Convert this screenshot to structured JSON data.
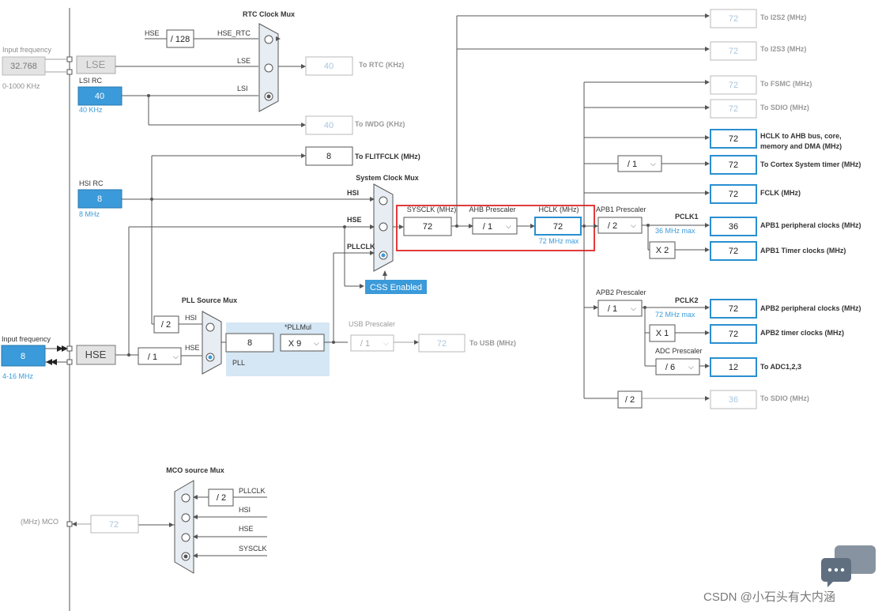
{
  "left_panel": {
    "input_frequency_label": "Input frequency",
    "lse_freq": "32.768",
    "lse_range": "0-1000 KHz",
    "lse_label": "LSE",
    "lsi_rc_label": "LSI RC",
    "lsi_value": "40",
    "lsi_unit": "40 KHz",
    "hsi_rc_label": "HSI RC",
    "hsi_value": "8",
    "hsi_unit": "8 MHz",
    "hse_input_label": "Input frequency",
    "hse_input_value": "8",
    "hse_range": "4-16 MHz",
    "hse_label": "HSE"
  },
  "rtc": {
    "mux_title": "RTC Clock Mux",
    "hse_label": "HSE",
    "div128": "/ 128",
    "hse_rtc_label": "HSE_RTC",
    "lse_label": "LSE",
    "lsi_label": "LSI",
    "rtc_value": "40",
    "rtc_to": "To RTC (KHz)",
    "iwdg_value": "40",
    "iwdg_to": "To IWDG (KHz)",
    "flit_value": "8",
    "flit_to": "To FLITFCLK (MHz)"
  },
  "pll": {
    "source_mux_title": "PLL Source Mux",
    "div2": "/ 2",
    "hsi_label": "HSI",
    "hse_label": "HSE",
    "hse_div": "/ 1",
    "pll_in_value": "8",
    "pllmul_label": "*PLLMul",
    "pllmul_value": "X 9",
    "pll_label": "PLL"
  },
  "usb": {
    "prescaler_title": "USB Prescaler",
    "prescaler_value": "/ 1",
    "usb_value": "72",
    "usb_to": "To USB (MHz)"
  },
  "sysmux": {
    "title": "System Clock Mux",
    "hsi_label": "HSI",
    "hse_label": "HSE",
    "pllclk_label": "PLLCLK",
    "css_button": "CSS Enabled",
    "sysclk_label": "SYSCLK (MHz)",
    "sysclk_value": "72",
    "ahb_label": "AHB Prescaler",
    "ahb_value": "/ 1",
    "hclk_label": "HCLK (MHz)",
    "hclk_value": "72",
    "hclk_max": "72 MHz max"
  },
  "outputs": {
    "i2s2_value": "72",
    "i2s2_to": "To I2S2 (MHz)",
    "i2s3_value": "72",
    "i2s3_to": "To I2S3 (MHz)",
    "fsmc_value": "72",
    "fsmc_to": "To FSMC (MHz)",
    "sdio_value": "72",
    "sdio_to": "To SDIO (MHz)",
    "hclk_ahb_value": "72",
    "hclk_ahb_to_1": "HCLK to AHB bus, core,",
    "hclk_ahb_to_2": "memory and DMA (MHz)",
    "cortex_div": "/ 1",
    "cortex_value": "72",
    "cortex_to": "To Cortex System timer (MHz)",
    "fclk_value": "72",
    "fclk_to": "FCLK (MHz)",
    "apb1_label": "APB1 Prescaler",
    "apb1_value": "/ 2",
    "pclk1_label": "PCLK1",
    "pclk1_max": "36 MHz max",
    "apb1_periph_value": "36",
    "apb1_periph_to": "APB1 peripheral clocks (MHz)",
    "apb1_timer_mul": "X 2",
    "apb1_timer_value": "72",
    "apb1_timer_to": "APB1 Timer clocks (MHz)",
    "apb2_label": "APB2 Prescaler",
    "apb2_value": "/ 1",
    "pclk2_label": "PCLK2",
    "pclk2_max": "72 MHz max",
    "apb2_periph_value": "72",
    "apb2_periph_to": "APB2 peripheral clocks (MHz)",
    "apb2_timer_mul": "X 1",
    "apb2_timer_value": "72",
    "apb2_timer_to": "APB2 timer clocks (MHz)",
    "adc_label": "ADC Prescaler",
    "adc_value": "/ 6",
    "adc_out_value": "12",
    "adc_to": "To ADC1,2,3",
    "sdio2_div": "/ 2",
    "sdio2_value": "36",
    "sdio2_to": "To SDIO (MHz)"
  },
  "mco": {
    "title": "MCO source Mux",
    "div2": "/ 2",
    "pllclk": "PLLCLK",
    "hsi": "HSI",
    "hse": "HSE",
    "sysclk": "SYSCLK",
    "label": "(MHz) MCO",
    "value": "72"
  },
  "watermark": "CSDN @小石头有大内涵",
  "colors": {
    "accent_blue": "#3b9ad9",
    "highlight_red": "#e23b3b",
    "pll_bg": "#d5e6f4"
  }
}
